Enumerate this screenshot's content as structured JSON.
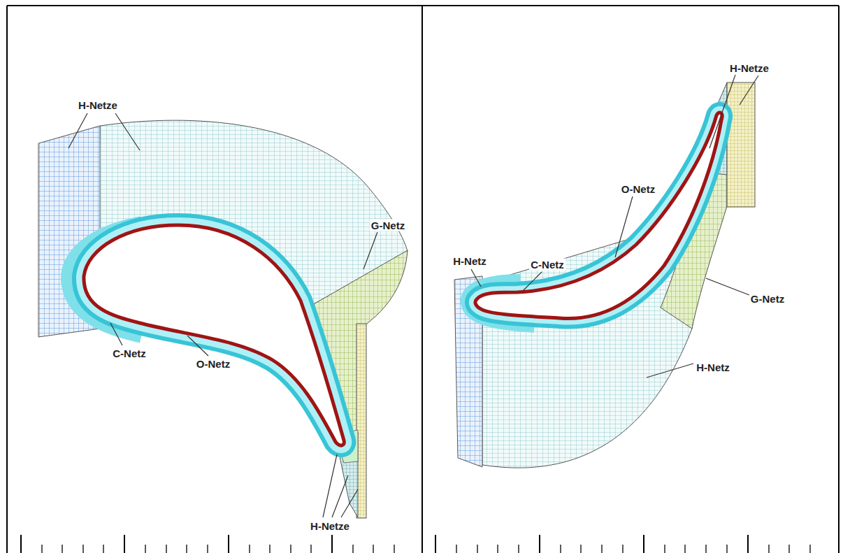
{
  "diagram": {
    "labels": [
      "H-Netze",
      "G-Netz",
      "C-Netz",
      "O-Netz",
      "H-Netze",
      "H-Netze",
      "O-Netz",
      "H-Netz",
      "C-Netz",
      "G-Netz",
      "H-Netz"
    ]
  }
}
